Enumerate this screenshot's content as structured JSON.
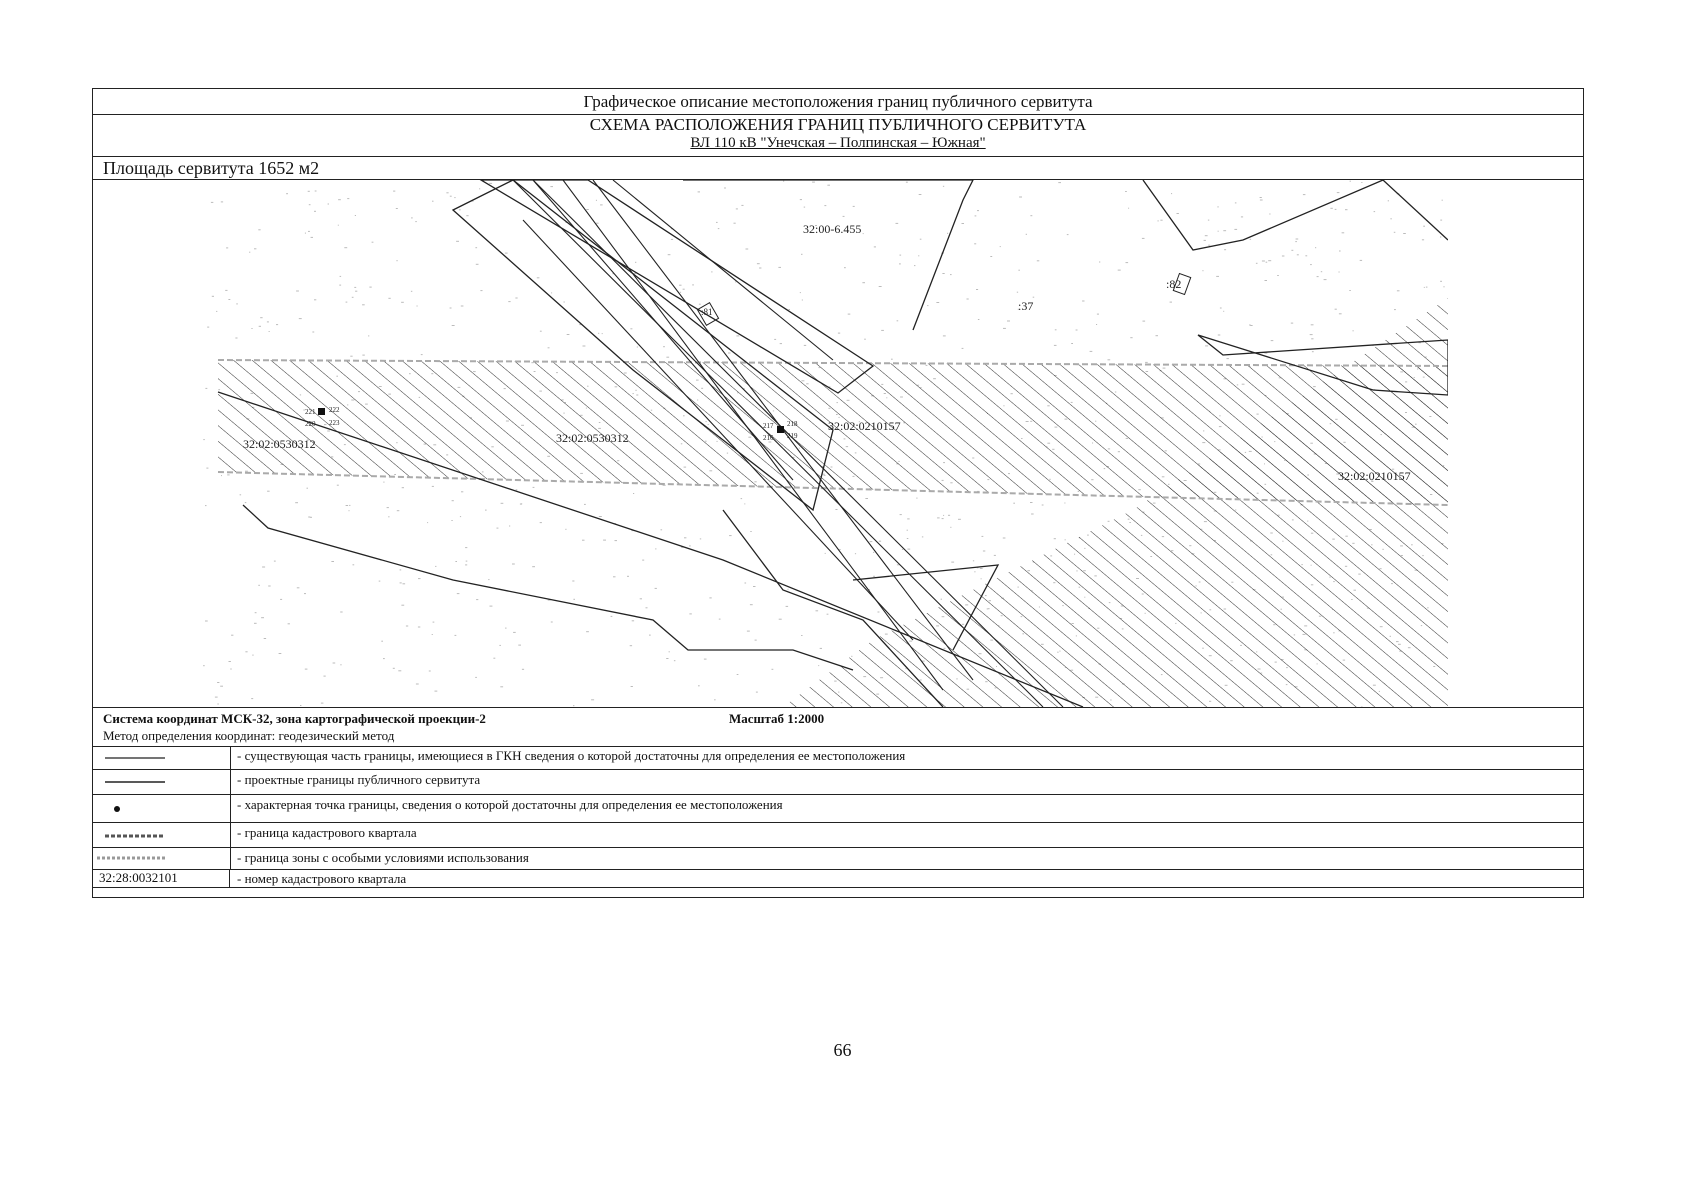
{
  "header": {
    "title": "Графическое описание местоположения границ публичного сервитута",
    "scheme_title": "СХЕМА РАСПОЛОЖЕНИЯ ГРАНИЦ ПУБЛИЧНОГО СЕРВИТУТА",
    "line_name": "ВЛ 110 кВ \"Унечская – Полпинская – Южная\""
  },
  "area": "Площадь сервитута 1652 м2",
  "map": {
    "labels": {
      "q1": "32:02:0530312",
      "q2": "32:02:0530312",
      "q3": "32:02:0210157",
      "q4": "32:02:0210157",
      "q5": "32:00-6.455",
      "n37": ":37",
      "n82": ":82",
      "n81": ":81"
    },
    "points_left": [
      "221",
      "222",
      "220",
      "223"
    ],
    "points_right": [
      "217",
      "218",
      "216",
      "219"
    ],
    "colors": {
      "line": "#222222",
      "hatch": "#333333",
      "zone": "#999999"
    }
  },
  "meta": {
    "coords": "Система координат МСК-32, зона картографической проекции-2",
    "method": "Метод определения координат: геодезический метод",
    "scale": "Масштаб 1:2000"
  },
  "legend": [
    {
      "text": "- существующая часть границы, имеющиеся в ГКН сведения о которой достаточны для определения ее местоположения"
    },
    {
      "text": "- проектные границы публичного сервитута"
    },
    {
      "text": "- характерная точка границы, сведения о которой достаточны для определения ее местоположения"
    },
    {
      "text": "- граница кадастрового квартала"
    },
    {
      "text": "- граница зоны с особыми условиями использования"
    },
    {
      "symbol": "32:28:0032101",
      "text": "- номер кадастрового квартала"
    }
  ],
  "page_number": "66"
}
